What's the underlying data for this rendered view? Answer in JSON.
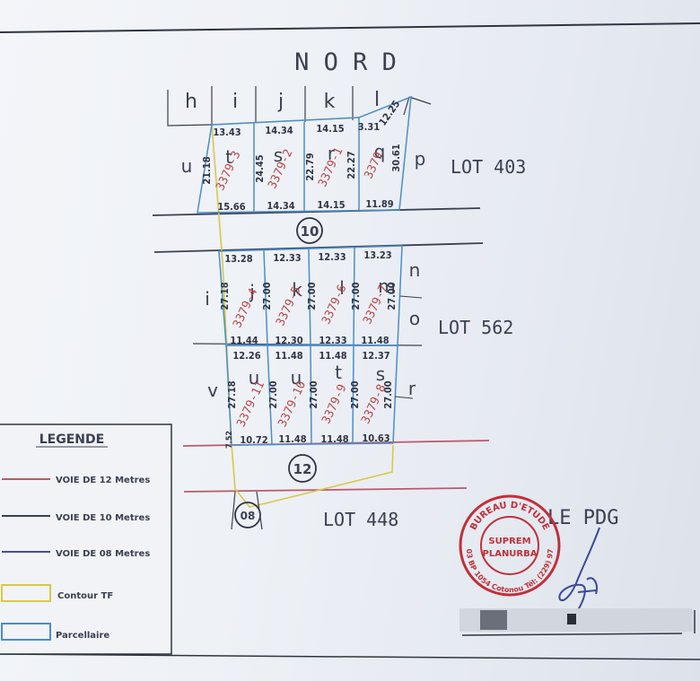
{
  "title": "N O R D",
  "top_labels": [
    "h",
    "i",
    "j",
    "k",
    "l"
  ],
  "lots": {
    "top_right": "LOT  403",
    "middle_right": "LOT  562",
    "bottom": "LOT  448"
  },
  "roads": {
    "road_10": "10",
    "road_12": "12",
    "road_08": "08"
  },
  "row1": {
    "parcels": [
      "3379-3",
      "3379-2",
      "3379-1",
      "3379"
    ],
    "top_dims": [
      "13.43",
      "14.34",
      "14.15",
      "3.31"
    ],
    "bottom_dims": [
      "15.66",
      "14.34",
      "14.15",
      "11.89"
    ],
    "side_dims": [
      "21.18",
      "24.45",
      "22.79",
      "22.27",
      "30.61"
    ],
    "side_letters": [
      "u",
      "t",
      "s",
      "r",
      "q",
      "p"
    ],
    "corner_dim": "12.25"
  },
  "row2": {
    "parcels": [
      "3379-4",
      "3379-5",
      "3379-6",
      "3379-7"
    ],
    "top_dims": [
      "13.28",
      "12.33",
      "12.33",
      "13.23"
    ],
    "bottom_dims": [
      "11.44",
      "12.30",
      "12.33",
      "11.48"
    ],
    "side_dims": [
      "27.18",
      "27.00",
      "27.00",
      "27.00",
      "27.00"
    ],
    "side_letters": [
      "i",
      "j",
      "k",
      "l",
      "m",
      "n",
      "o"
    ]
  },
  "row3": {
    "parcels": [
      "3379-11",
      "3379-10",
      "3379-9",
      "3379-8"
    ],
    "top_dims": [
      "12.26",
      "11.48",
      "11.48",
      "12.37"
    ],
    "bottom_dims": [
      "10.72",
      "11.48",
      "11.48",
      "10.63"
    ],
    "side_dims": [
      "27.18",
      "27.00",
      "27.00",
      "27.00",
      "27.00"
    ],
    "side_letters": [
      "v",
      "u",
      "u",
      "t",
      "s",
      "r"
    ],
    "corner_dim": "7.52"
  },
  "legend": {
    "title": "LEGENDE",
    "items": [
      {
        "label": "VOIE DE 12 Metres",
        "color": "#b85a6a"
      },
      {
        "label": "VOIE DE 10 Metres",
        "color": "#3a3f52"
      },
      {
        "label": "VOIE DE 08 Metres",
        "color": "#4a4f88"
      },
      {
        "label": "Contour TF",
        "color": "#d8c84a"
      },
      {
        "label": "Parcellaire",
        "color": "#4a8ec8"
      }
    ]
  },
  "signature": {
    "title": "LE PDG",
    "stamp_ring": "BUREAU D'ETUDE",
    "stamp_line1": "SUPREM",
    "stamp_line2": "PLANURBA",
    "stamp_bottom": "03 BP 1054 Cotonou Tél: (229) 97"
  },
  "colors": {
    "parcel": "#4a8ec8",
    "contour": "#d8c84a",
    "road12": "#b85a6a",
    "road10": "#3a3f52",
    "road08": "#4a4f88",
    "parcel_label": "#b84848",
    "stamp": "#c0303a"
  }
}
